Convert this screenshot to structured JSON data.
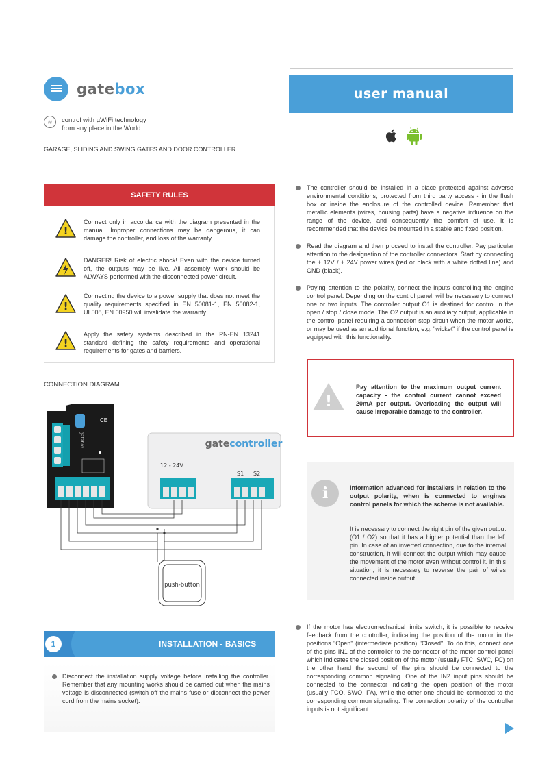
{
  "header": {
    "brand_prefix": "gate",
    "brand_suffix": "box",
    "tagline_line1": "control with µWiFi technology",
    "tagline_line2": "from any place in the World",
    "subtitle": "GARAGE, SLIDING AND SWING GATES AND DOOR CONTROLLER",
    "manual_title": "user manual",
    "platform_icons": [
      "apple-icon",
      "android-icon"
    ],
    "accent_color": "#4a9fd8"
  },
  "safety": {
    "title": "SAFETY RULES",
    "header_color": "#d0343a",
    "items": [
      {
        "icon": "warning-icon",
        "text": "Connect only in accordance with the diagram presented in the manual. Improper connections may be dangerous, it can damage the controller, and loss of the warranty."
      },
      {
        "icon": "electric-shock-icon",
        "text": "DANGER! Risk of electric shock! Even with the device turned off, the outputs may be live. All assembly work should be ALWAYS performed with the disconnected power circuit."
      },
      {
        "icon": "warning-icon",
        "text": "Connecting the device to a power supply that does not meet the quality requirements specified in EN 50081-1, EN 50082-1, UL508, EN 60950 will invalidate the warranty."
      },
      {
        "icon": "warning-icon",
        "text": "Apply the safety systems described in the PN-EN 13241 standard defining the safety requirements and operational requirements for gates and barriers."
      }
    ]
  },
  "diagram": {
    "section_label": "CONNECTION DIAGRAM",
    "controller_prefix": "gate",
    "controller_suffix": "controller",
    "power_label": "12 - 24V",
    "input_labels": [
      "S1",
      "S2"
    ],
    "button_label": "push-button"
  },
  "right_column": {
    "bullets": [
      "The controller should be installed in a place protected against adverse environmental conditions, protected from third party access - in the flush box or inside the enclosure of the controlled device. Remember that metallic elements (wires, housing parts) have a negative influence on the range of the device, and consequently the comfort of use. It is recommended that the device be mounted in a stable and fixed position.",
      "Read the diagram and then proceed to install the controller. Pay particular attention to the designation of the controller connectors. Start by connecting the + 12V / + 24V power wires (red or black with a white dotted line) and GND (black).",
      "Paying attention to the polarity, connect the inputs controlling the engine control panel. Depending on the control panel, will be necessary to connect one or two inputs. The controller output O1 is destined for control in the open / stop / close mode. The O2 output is an auxiliary output, applicable in the control panel requiring a connection stop circuit when the motor works, or may be used as an additional function, e.g. \"wicket\" if the control panel is equipped with this functionality."
    ],
    "warning_note": "Pay attention to the maximum output current capacity - the control current cannot exceed 20mA per output. Overloading the output will cause irreparable damage to the controller.",
    "info_icon": "i",
    "info_bold": "Information advanced for installers in relation to the output polarity, when is connected to engines control panels for which the scheme is not available.",
    "info_text": "It is necessary to connect the right pin of the given output (O1 / O2) so that it has a higher potential than the left pin. In case of an inverted connection, due to the internal construction, it will connect the output which may cause the movement of the motor even without control it. In this situation, it is necessary to reverse the pair of wires connected inside output.",
    "last_bullet": "If the motor has electromechanical limits switch, it is possible to receive feedback from the controller, indicating the position of the motor in the positions \"Open\" (intermediate position) \"Closed\". To do this, connect one of the pins IN1 of the controller to the connector of the motor control panel which indicates the closed position of the motor (usually FTC, SWC, FC) on the other hand the second of the pins should be connected to the corresponding common signaling. One of the IN2 input pins should be connected to the connector indicating the open position of the motor (usually FCO, SWO, FA), while the other one should be connected to the corresponding common signaling. The connection polarity of the controller inputs is not significant."
  },
  "installation": {
    "number": "1",
    "title": "INSTALLATION - BASICS",
    "bullet": "Disconnect the installation supply voltage before installing the controller. Remember that any mounting works should be carried out when the mains voltage is disconnected (switch off the mains fuse or disconnect the power cord from the mains socket)."
  }
}
